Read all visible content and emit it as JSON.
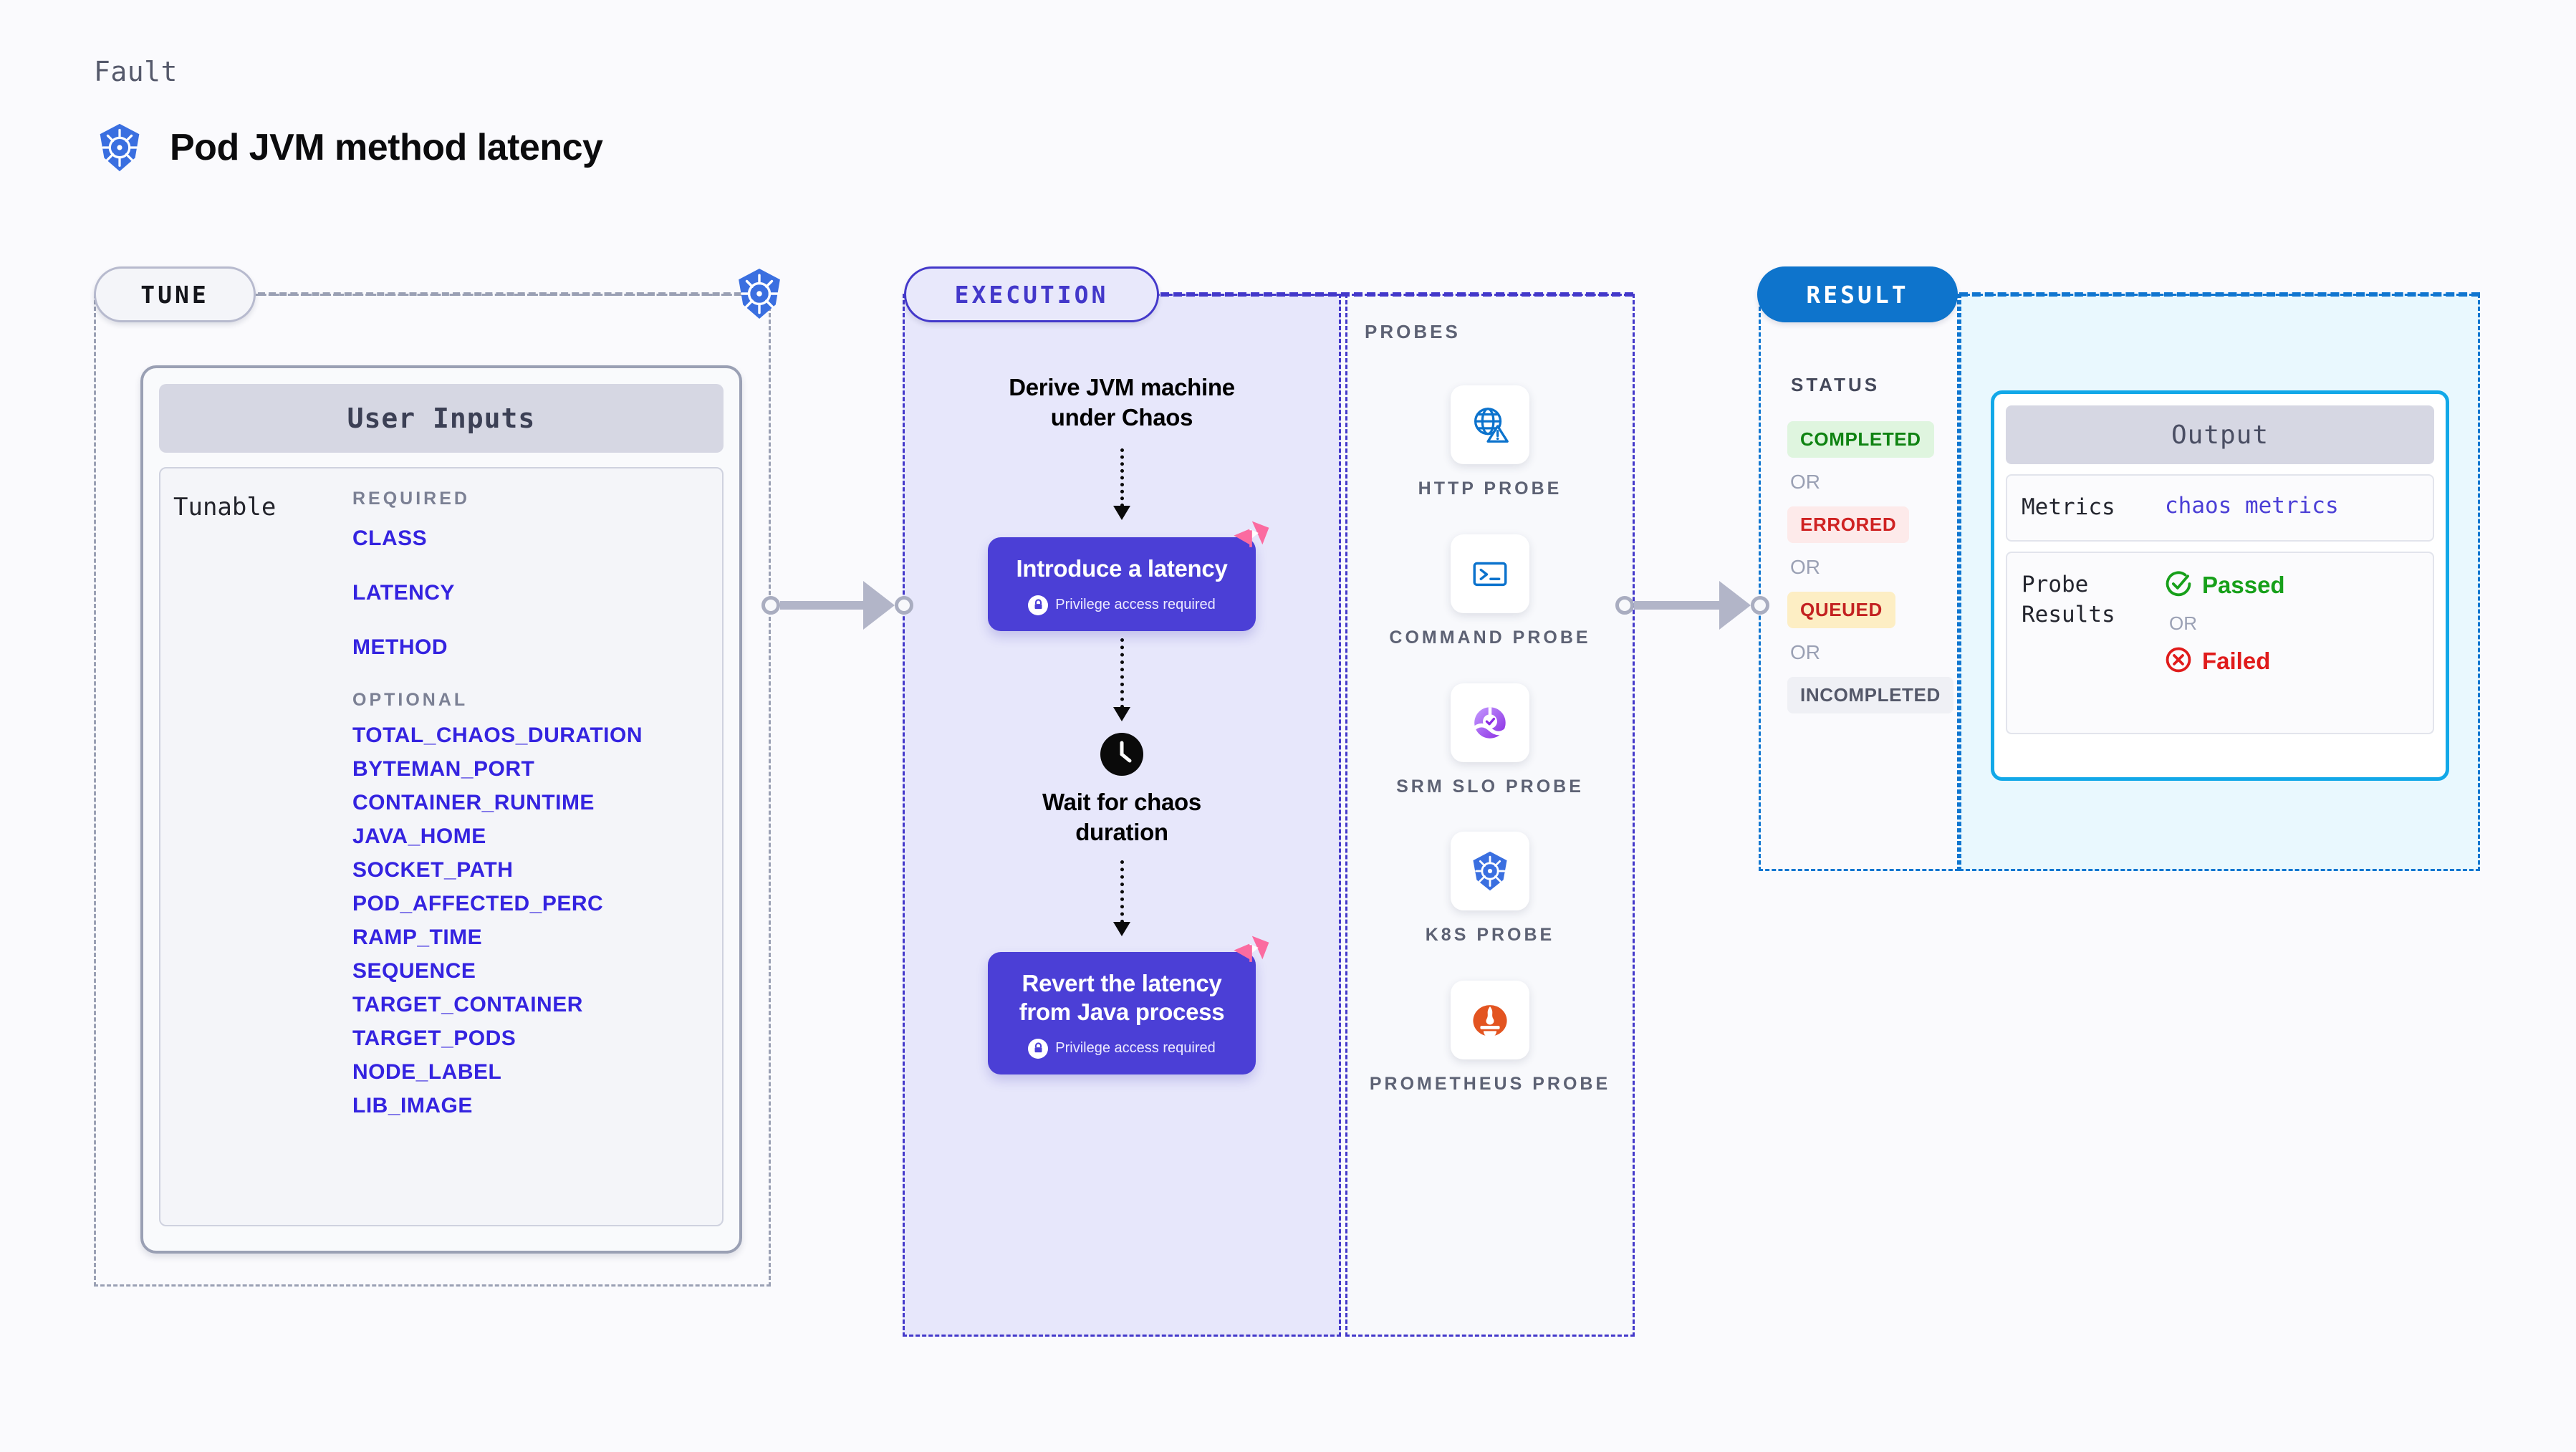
{
  "header": {
    "kicker": "Fault",
    "title": "Pod JVM method latency",
    "icon": "kubernetes-icon"
  },
  "stages": {
    "tune": {
      "pill_label": "TUNE"
    },
    "execution": {
      "pill_label": "EXECUTION"
    },
    "result": {
      "pill_label": "RESULT"
    }
  },
  "tune": {
    "card_title": "User Inputs",
    "tunable_label": "Tunable",
    "required_heading": "REQUIRED",
    "required": [
      "CLASS",
      "LATENCY",
      "METHOD"
    ],
    "optional_heading": "OPTIONAL",
    "optional": [
      "TOTAL_CHAOS_DURATION",
      "BYTEMAN_PORT",
      "CONTAINER_RUNTIME",
      "JAVA_HOME",
      "SOCKET_PATH",
      "POD_AFFECTED_PERC",
      "RAMP_TIME",
      "SEQUENCE",
      "TARGET_CONTAINER",
      "TARGET_PODS",
      "NODE_LABEL",
      "LIB_IMAGE"
    ]
  },
  "execution": {
    "step1_text": "Derive JVM machine\nunder Chaos",
    "box1_title": "Introduce a latency",
    "box1_note": "Privilege access required",
    "wait_text": "Wait for chaos\nduration",
    "box2_title": "Revert the latency\nfrom Java process",
    "box2_note": "Privilege access required"
  },
  "probes": {
    "heading": "PROBES",
    "items": [
      {
        "name": "HTTP PROBE",
        "icon": "globe-warning-icon"
      },
      {
        "name": "COMMAND PROBE",
        "icon": "terminal-icon"
      },
      {
        "name": "SRM SLO PROBE",
        "icon": "slo-gauge-icon"
      },
      {
        "name": "K8S PROBE",
        "icon": "kubernetes-icon"
      },
      {
        "name": "PROMETHEUS PROBE",
        "icon": "prometheus-icon"
      }
    ]
  },
  "result": {
    "status_heading": "STATUS",
    "or_label": "OR",
    "statuses": [
      {
        "label": "COMPLETED",
        "color": "#0f8312",
        "bg": "#dff5df"
      },
      {
        "label": "ERRORED",
        "color": "#cf2222",
        "bg": "#fdeaea"
      },
      {
        "label": "QUEUED",
        "color": "#c32121",
        "bg": "#fdeec4"
      },
      {
        "label": "INCOMPLETED",
        "color": "#545869",
        "bg": "#eff0f5"
      }
    ],
    "output": {
      "title": "Output",
      "metrics_key": "Metrics",
      "metrics_value": "chaos metrics",
      "probe_results_key": "Probe\nResults",
      "passed_label": "Passed",
      "failed_label": "Failed",
      "or_label": "OR"
    }
  },
  "colors": {
    "accent_indigo": "#4b3fd6",
    "accent_blue": "#1076d0",
    "accent_cyan": "#12a8e8",
    "tunable_link": "#3423e0",
    "pink_litmus": "#fb6ba0",
    "pass_green": "#17a01a",
    "fail_red": "#e01b1b"
  }
}
